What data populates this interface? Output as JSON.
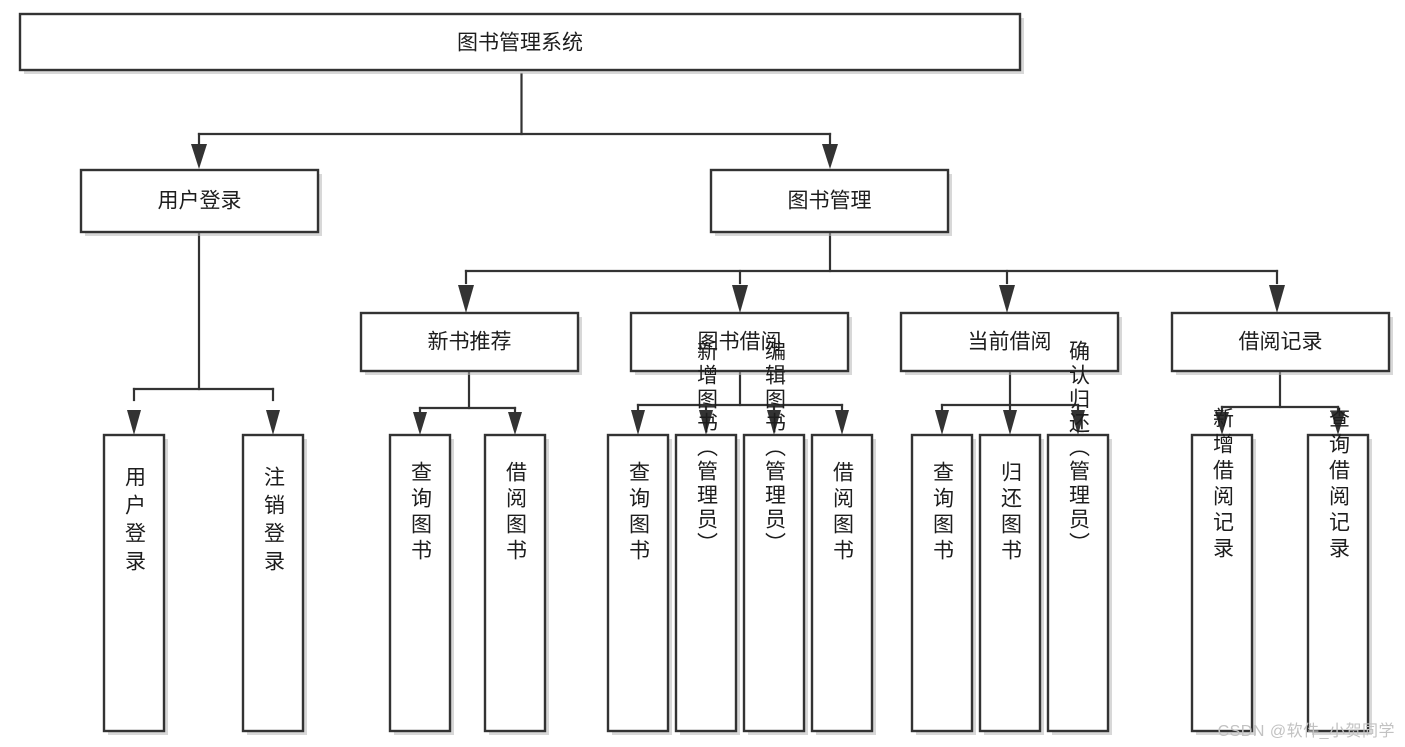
{
  "diagram": {
    "type": "tree-hierarchy",
    "title": "图书管理系统",
    "watermark": "CSDN @软件_小贺同学",
    "colors": {
      "box_stroke": "#333333",
      "box_fill": "#ffffff",
      "line": "#333333",
      "text": "#1d1d1d",
      "watermark": "#c2c2c2",
      "background": "#ffffff"
    },
    "levels": [
      {
        "level": 1,
        "orientation": "horizontal",
        "nodes": [
          {
            "id": "root",
            "label": "图书管理系统"
          }
        ]
      },
      {
        "level": 2,
        "orientation": "horizontal",
        "nodes": [
          {
            "id": "login",
            "label": "用户登录",
            "parent": "root"
          },
          {
            "id": "bookmgmt",
            "label": "图书管理",
            "parent": "root"
          }
        ]
      },
      {
        "level": 3,
        "orientation": "horizontal",
        "nodes": [
          {
            "id": "newbook",
            "label": "新书推荐",
            "parent": "bookmgmt"
          },
          {
            "id": "borrow",
            "label": "图书借阅",
            "parent": "bookmgmt"
          },
          {
            "id": "current",
            "label": "当前借阅",
            "parent": "bookmgmt"
          },
          {
            "id": "records",
            "label": "借阅记录",
            "parent": "bookmgmt"
          }
        ]
      },
      {
        "level": 4,
        "orientation": "vertical",
        "nodes": [
          {
            "id": "leaf1",
            "label": "用户登录",
            "parent": "login"
          },
          {
            "id": "leaf2",
            "label": "注销登录",
            "parent": "login"
          },
          {
            "id": "leaf3",
            "label": "查询图书",
            "parent": "newbook"
          },
          {
            "id": "leaf4",
            "label": "借阅图书",
            "parent": "newbook"
          },
          {
            "id": "leaf5",
            "label": "查询图书",
            "parent": "borrow"
          },
          {
            "id": "leaf6",
            "label": "新增图书（管理员）",
            "parent": "borrow"
          },
          {
            "id": "leaf7",
            "label": "编辑图书（管理员）",
            "parent": "borrow"
          },
          {
            "id": "leaf8",
            "label": "借阅图书",
            "parent": "borrow"
          },
          {
            "id": "leaf9",
            "label": "查询图书",
            "parent": "current"
          },
          {
            "id": "leaf10",
            "label": "归还图书",
            "parent": "current"
          },
          {
            "id": "leaf11",
            "label": "确认归还（管理员）",
            "parent": "current"
          },
          {
            "id": "leaf12",
            "label": "新增借阅记录",
            "parent": "records"
          },
          {
            "id": "leaf13",
            "label": "查询借阅记录",
            "parent": "records"
          }
        ]
      }
    ]
  }
}
